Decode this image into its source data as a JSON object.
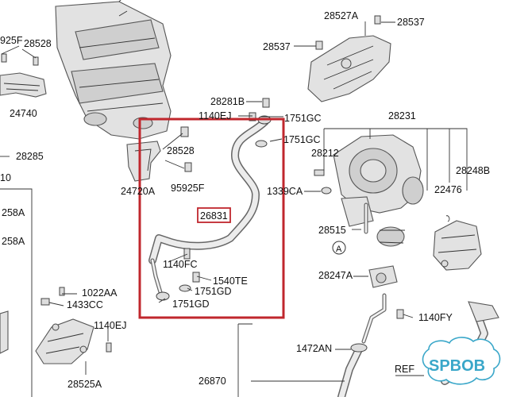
{
  "diagram": {
    "highlight_color": "#c0272d",
    "callouts": [
      {
        "key": "c28527A",
        "text": "28527A"
      },
      {
        "key": "c28537a",
        "text": "28537"
      },
      {
        "key": "c28537b",
        "text": "28537"
      },
      {
        "key": "c925F",
        "text": "925F"
      },
      {
        "key": "c28528a",
        "text": "28528"
      },
      {
        "key": "c24740",
        "text": "24740"
      },
      {
        "key": "c28281B",
        "text": "28281B"
      },
      {
        "key": "c1140EJa",
        "text": "1140EJ"
      },
      {
        "key": "c1751GCa",
        "text": "1751GC"
      },
      {
        "key": "c1751GCb",
        "text": "1751GC"
      },
      {
        "key": "c28231",
        "text": "28231"
      },
      {
        "key": "c28528b",
        "text": "28528"
      },
      {
        "key": "c28212",
        "text": "28212"
      },
      {
        "key": "c28285",
        "text": "28285"
      },
      {
        "key": "c10",
        "text": "10"
      },
      {
        "key": "c24720A",
        "text": "24720A"
      },
      {
        "key": "c95925F",
        "text": "95925F"
      },
      {
        "key": "c28248B",
        "text": "28248B"
      },
      {
        "key": "c1339CA",
        "text": "1339CA"
      },
      {
        "key": "c22476",
        "text": "22476"
      },
      {
        "key": "c258Aa",
        "text": "258A"
      },
      {
        "key": "c28515",
        "text": "28515"
      },
      {
        "key": "cA",
        "text": "A"
      },
      {
        "key": "c258Ab",
        "text": "258A"
      },
      {
        "key": "c1140FC",
        "text": "1140FC"
      },
      {
        "key": "c28247A",
        "text": "28247A"
      },
      {
        "key": "c1540TE",
        "text": "1540TE"
      },
      {
        "key": "c1751GDa",
        "text": "1751GD"
      },
      {
        "key": "c1022AA",
        "text": "1022AA"
      },
      {
        "key": "c1751GDb",
        "text": "1751GD"
      },
      {
        "key": "c1433CC",
        "text": "1433CC"
      },
      {
        "key": "c1140FY",
        "text": "1140FY"
      },
      {
        "key": "c1140EJb",
        "text": "1140EJ"
      },
      {
        "key": "c1472AN",
        "text": "1472AN"
      },
      {
        "key": "cREF",
        "text": "REF"
      },
      {
        "key": "c26870",
        "text": "26870"
      },
      {
        "key": "c28525A",
        "text": "28525A"
      }
    ],
    "highlighted_part": "26831",
    "watermark": "SPBOB",
    "watermark_color": "#3aa7c9"
  }
}
